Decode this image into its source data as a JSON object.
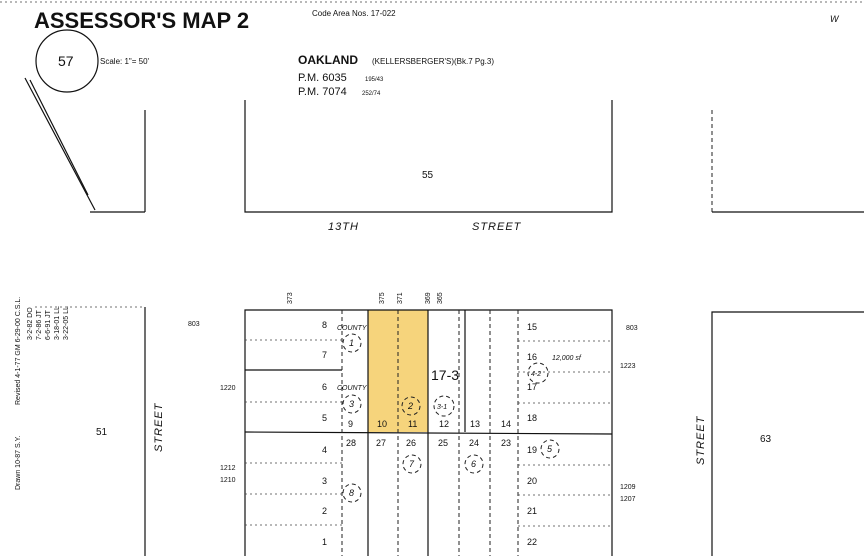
{
  "header": {
    "title": "ASSESSOR'S MAP 2",
    "book_number": "57",
    "scale": "Scale: 1\"= 50'",
    "code_area": "Code Area Nos. 17-022",
    "corner_mark": "W",
    "city": "OAKLAND",
    "tract": "(KELLERSBERGER'S)(Bk.7 Pg.3)",
    "parcel_maps": [
      {
        "label": "P.M. 6035",
        "ref": "195/43"
      },
      {
        "label": "P.M. 7074",
        "ref": "252/74"
      }
    ]
  },
  "revisions": {
    "drawn": "Drawn 10-87 S.Y.",
    "revised_label": "Revised 4-1-77 GM  6-29-00 C.S.L.",
    "entries": [
      "3-2-82 DO",
      "7-2-86 JT",
      "6-6-91 JT",
      "3-18-01 LL",
      "3-22-05 LL"
    ]
  },
  "streets": {
    "top": "13TH",
    "top_suffix": "STREET",
    "left": "STREET",
    "right": "STREET"
  },
  "blocks": {
    "top": "55",
    "left": "51",
    "right": "63",
    "main": "17-3"
  },
  "address_numbers": [
    "803",
    "803",
    "1220",
    "1212",
    "1210",
    "1223",
    "1209",
    "1207",
    "373",
    "375",
    "371",
    "369",
    "365"
  ],
  "lots_left": [
    "8",
    "7",
    "6",
    "5",
    "4",
    "3",
    "2",
    "1"
  ],
  "lots_mid_top": [
    "9",
    "10",
    "11",
    "12",
    "13",
    "14"
  ],
  "lots_mid_bottom": [
    "28",
    "27",
    "26",
    "25",
    "24",
    "23"
  ],
  "lots_right": [
    "15",
    "16",
    "17",
    "18",
    "19",
    "20",
    "21",
    "22"
  ],
  "parcels": [
    "1",
    "3",
    "2",
    "3-1",
    "4-2",
    "5",
    "6",
    "7",
    "8"
  ],
  "county_labels": [
    "COUNTY",
    "COUNTY"
  ],
  "easement_note": "12,000 sf",
  "highlight_color": "#f6d47c"
}
